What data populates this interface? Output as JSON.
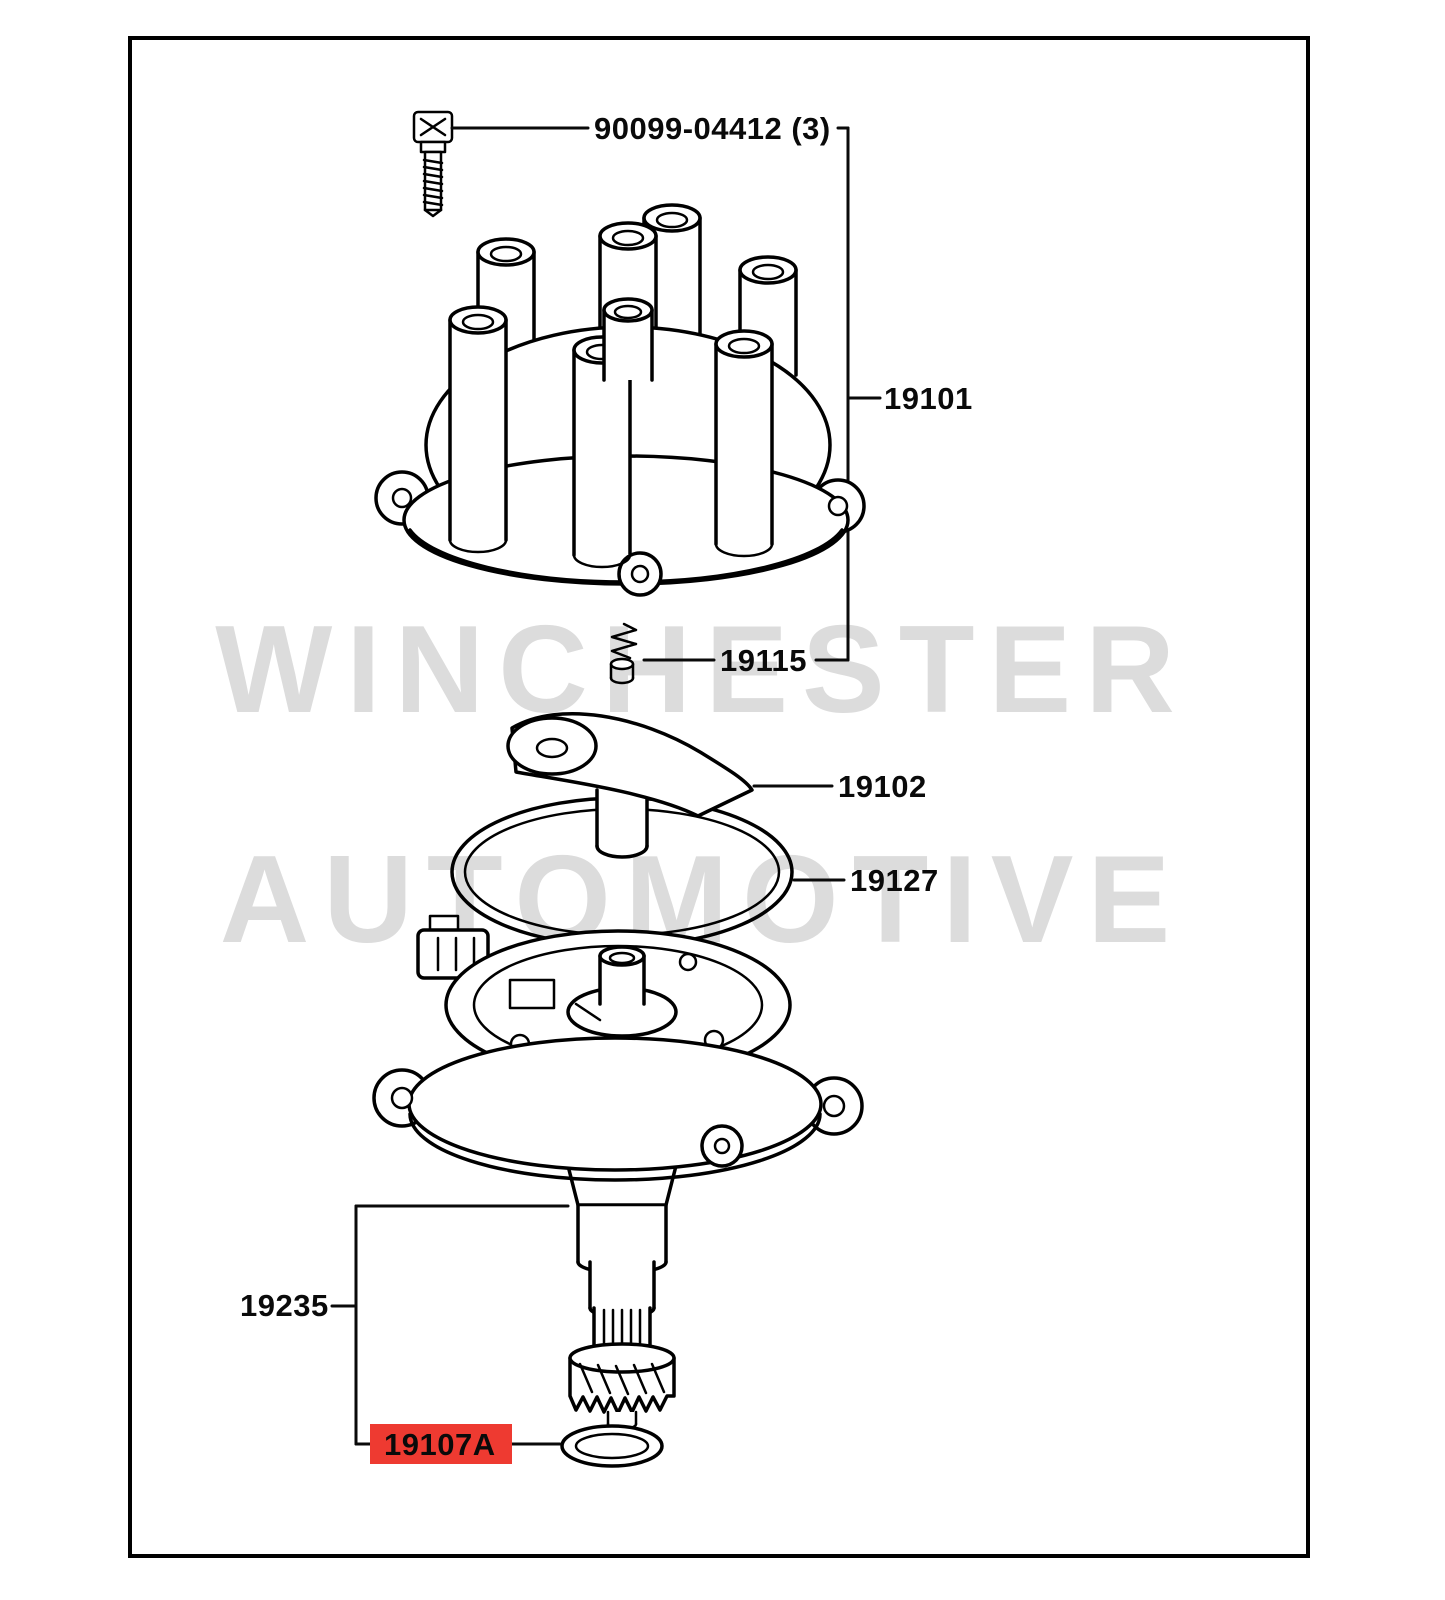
{
  "watermark": {
    "line1": "WINCHESTER",
    "line2": "AUTOMOTIVE",
    "color": "#dcdcdc"
  },
  "labels": {
    "screw_set": "90099-04412 (3)",
    "cap": "19101",
    "terminal": "19115",
    "rotor": "19102",
    "gasket": "19127",
    "housing": "19235",
    "oring": "19107A"
  },
  "highlight": {
    "bg": "#ee3a31",
    "text": "#bf231e"
  }
}
